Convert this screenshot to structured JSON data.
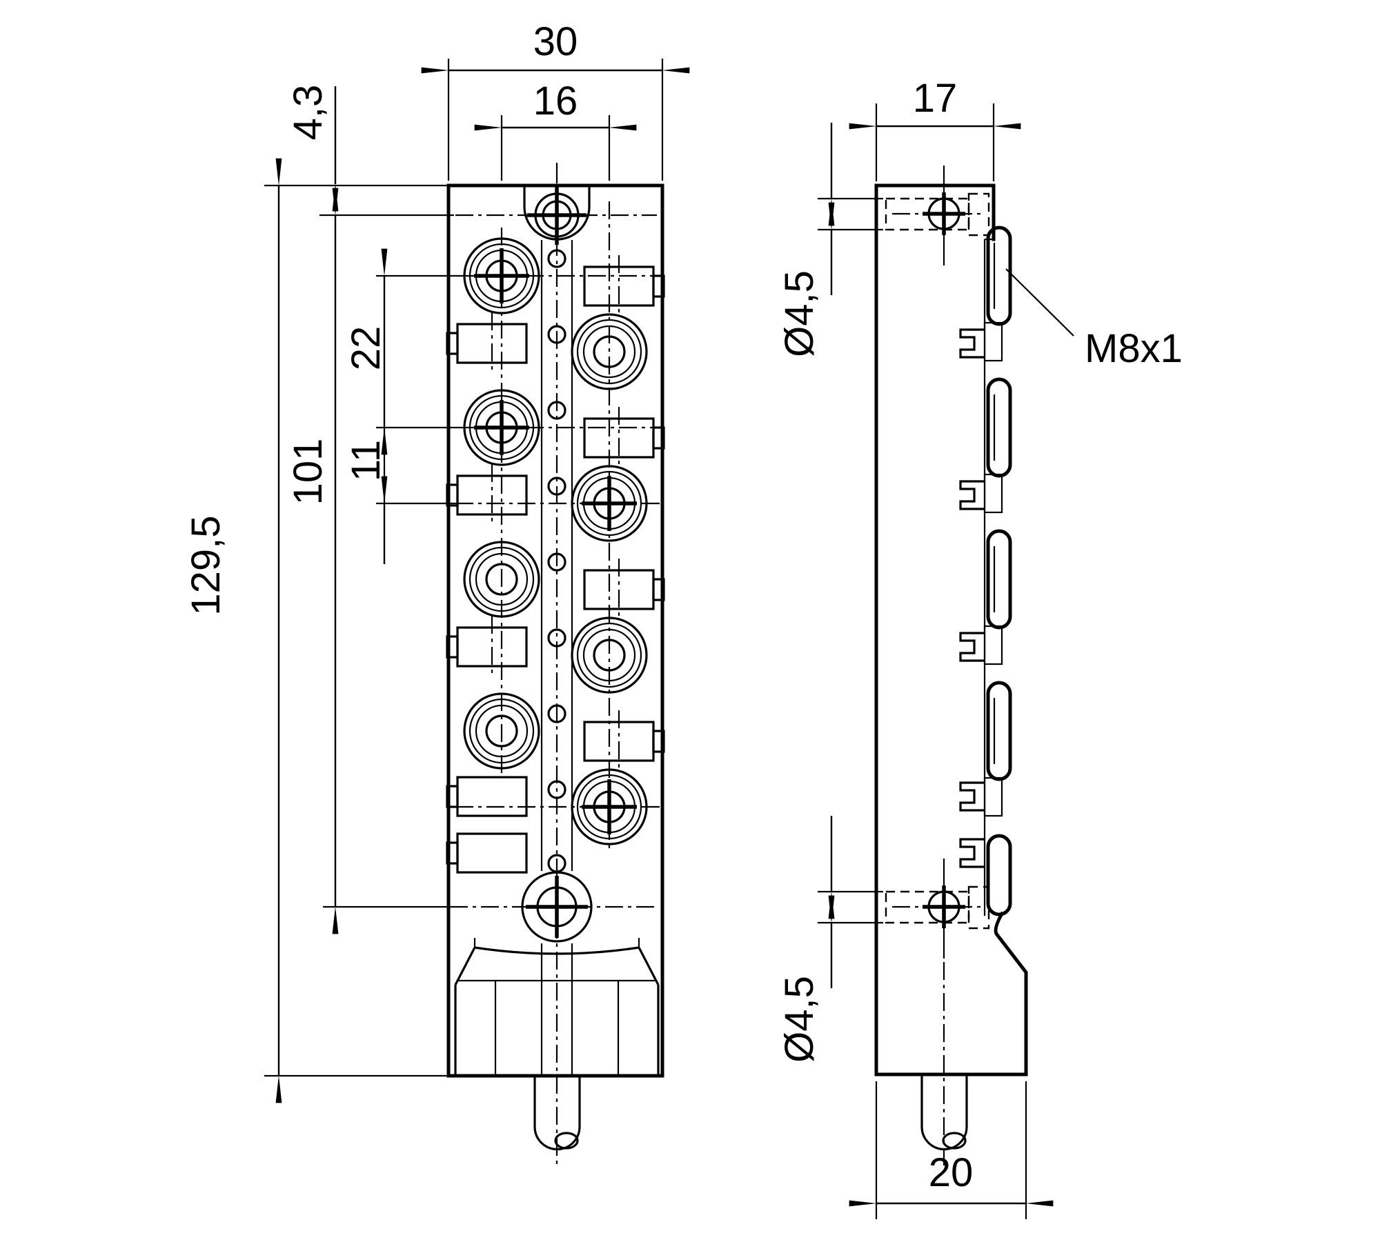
{
  "drawing": {
    "type": "dimensioned engineering drawing of an M8 sensor distribution box",
    "units": "mm",
    "background": "#ffffff",
    "line_color": "#000000"
  },
  "front_view": {
    "dims": {
      "overall_width": "30",
      "port_column_spacing": "16",
      "top_hole_offset": "4,3",
      "port_pitch_same_side": "22",
      "port_row_offset": "11",
      "mounting_hole_distance": "101",
      "overall_height": "129,5"
    }
  },
  "side_view": {
    "dims": {
      "depth": "17",
      "top_hole_diameter": "Ø4,5",
      "bottom_hole_diameter": "Ø4,5",
      "base_depth": "20"
    },
    "labels": {
      "connector_thread": "M8x1"
    }
  }
}
